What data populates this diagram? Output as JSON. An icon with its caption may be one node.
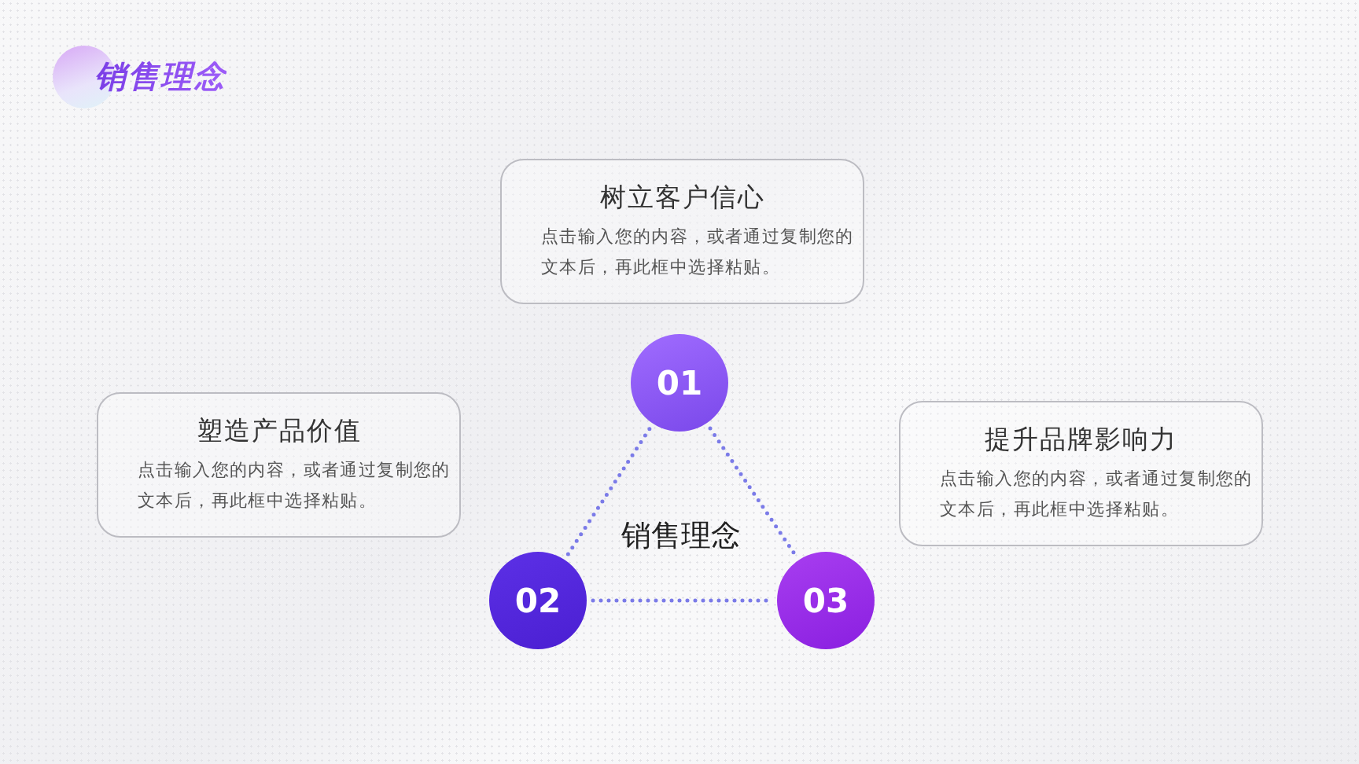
{
  "diagram": {
    "title": "销售理念",
    "nodes": [
      {
        "text": [
          "树立客户信心",
          "点击输入您的内容，或者通过复制您的文本后，再此框中选择粘贴。"
        ]
      },
      {
        "text": [
          "塑造产品价值",
          "点击输入您的内容，或者通过复制您的文本后，再此框中选择粘贴。"
        ]
      },
      {
        "text": [
          "提升品牌影响力",
          "点击输入您的内容，或者通过复制您的文本后，再此框中选择粘贴。"
        ]
      },
      {
        "text": [
          "01"
        ]
      },
      {
        "text": [
          "02"
        ]
      },
      {
        "text": [
          "03"
        ]
      }
    ],
    "edges": [
      {
        "from": 3,
        "to": 4,
        "arrow": "none",
        "style": "dashed"
      },
      {
        "from": 3,
        "to": 5,
        "arrow": "none",
        "style": "dashed"
      },
      {
        "from": 4,
        "to": 5,
        "arrow": "none",
        "style": "dashed"
      }
    ],
    "labels": [
      "销售理念"
    ]
  }
}
